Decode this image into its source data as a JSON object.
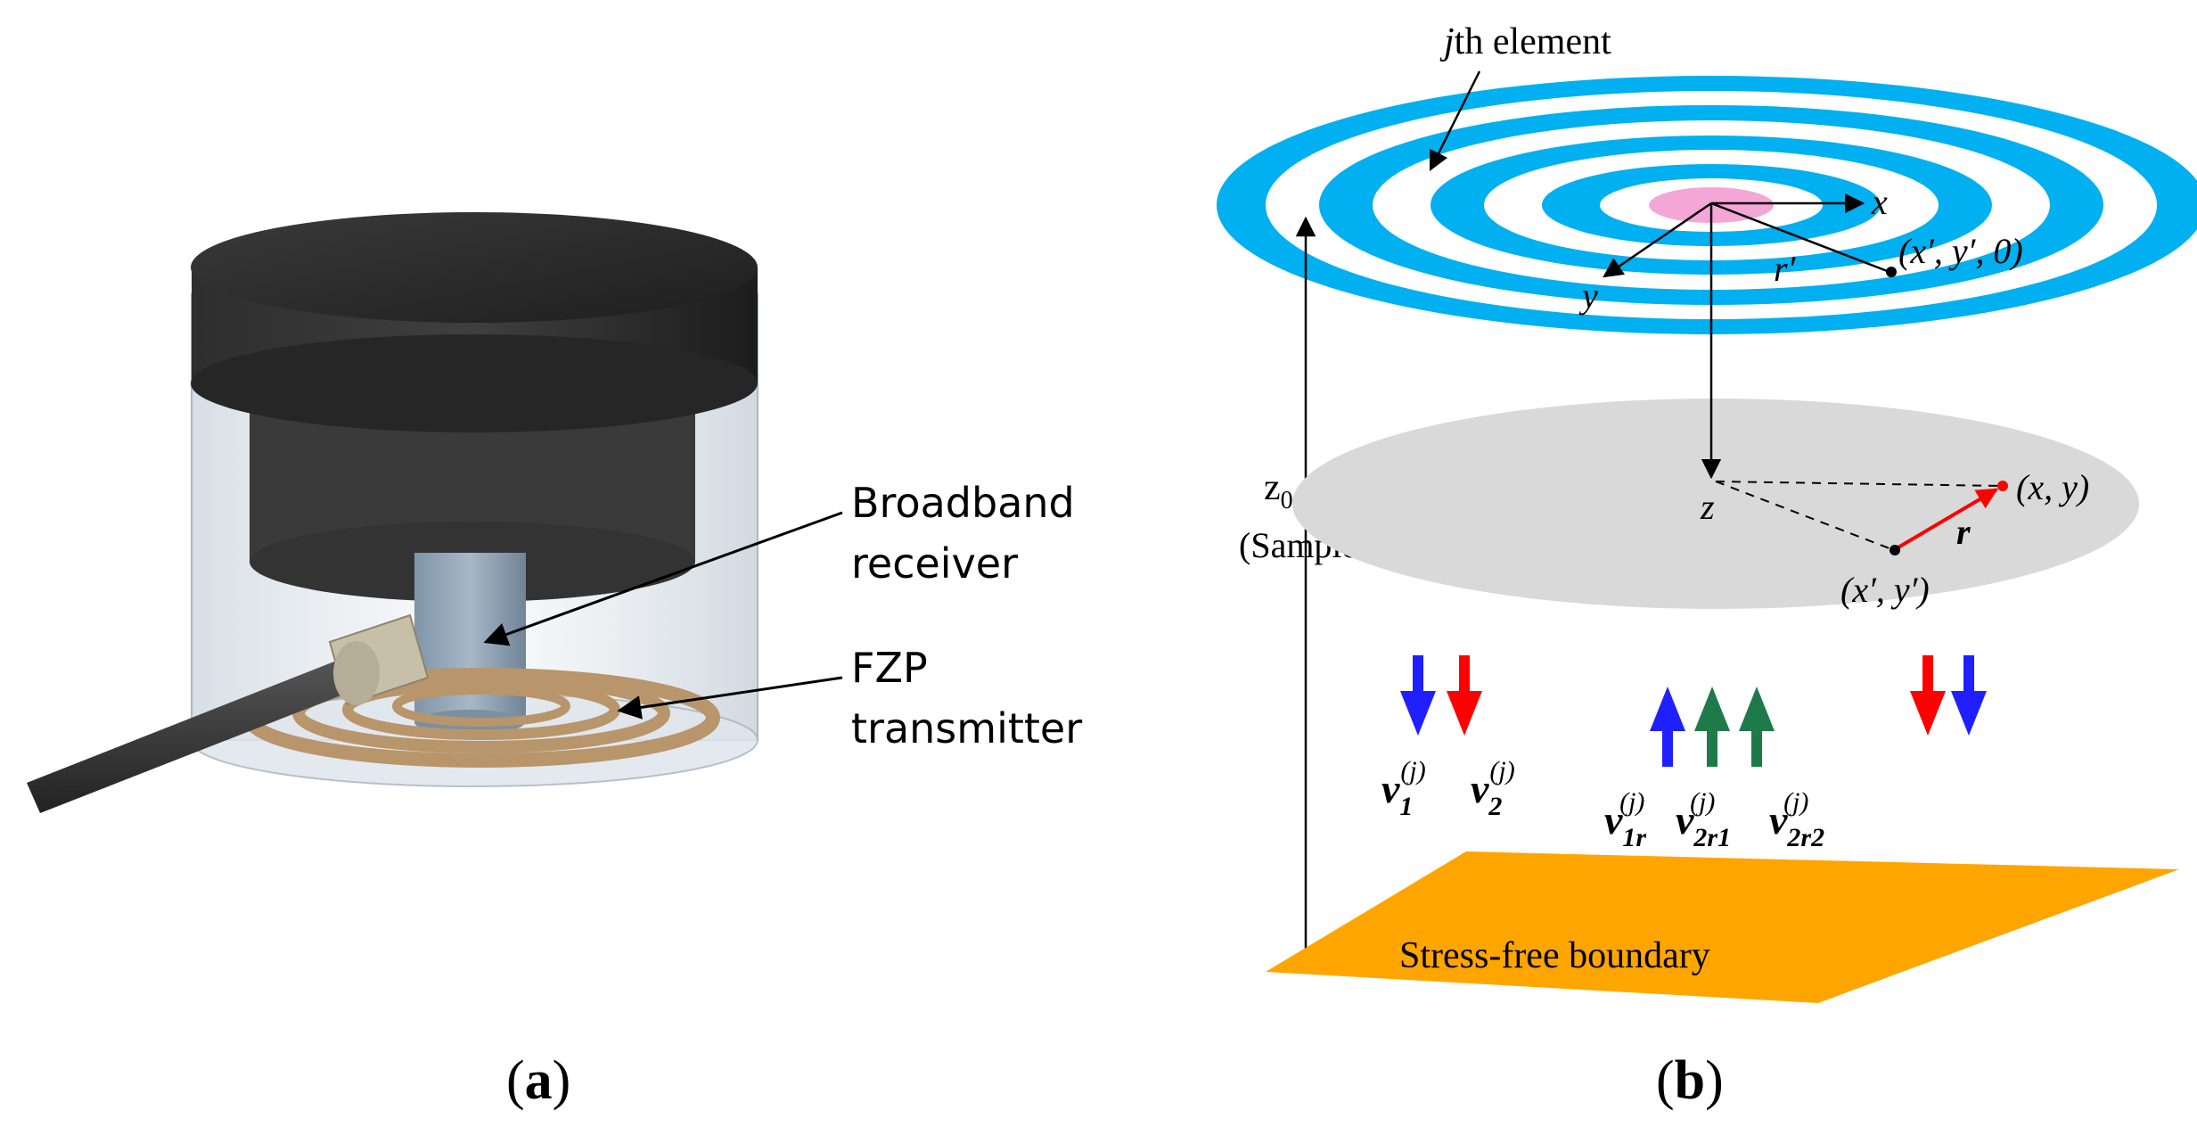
{
  "panel_a": {
    "caption_open": "(",
    "caption_letter": "a",
    "caption_close": ")",
    "labels": {
      "receiver_line1": "Broadband",
      "receiver_line2": "receiver",
      "fzp_line1": "FZP",
      "fzp_line2": "transmitter"
    },
    "colors": {
      "cap": "#2b2b2b",
      "housing": "#cfd8e0",
      "receiver": "#8fa2b4",
      "rings": "#b8956a",
      "cable": "#333333"
    }
  },
  "panel_b": {
    "caption_open": "(",
    "caption_letter": "b",
    "caption_close": ")",
    "labels": {
      "jth_italic": "j",
      "jth_rest": "th element",
      "x_axis": "x",
      "y_axis": "y",
      "r_prime": "r′",
      "source_point": "(x′, y′, 0)",
      "z_axis": "z",
      "field_point": "(x, y)",
      "r": "r",
      "src_proj": "(x′, y′)",
      "z0_main": "z",
      "z0_sub": "0",
      "sample_thickness": "(Sample thickness)",
      "boundary": "Stress-free boundary",
      "v1": "v",
      "v1_sub": "1",
      "v1_sup": "(j)",
      "v2": "v",
      "v2_sub": "2",
      "v2_sup": "(j)",
      "v1r": "v",
      "v1r_sub": "1r",
      "v1r_sup": "(j)",
      "v2r1": "v",
      "v2r1_sub": "2r1",
      "v2r1_sup": "(j)",
      "v2r2": "v",
      "v2r2_sub": "2r2",
      "v2r2_sup": "(j)"
    },
    "colors": {
      "rings": "#00b0f0",
      "center": "#f4a6d7",
      "plane": "#d9d9d9",
      "boundary": "#ffa500",
      "blue_arrow": "#1f1fff",
      "red_arrow": "#ff0000",
      "green_arrow": "#1f7a4a",
      "r_vector": "#ff0000"
    }
  }
}
